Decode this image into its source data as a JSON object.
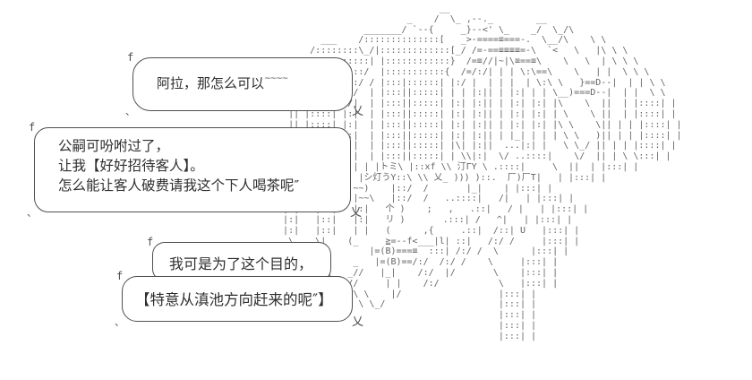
{
  "scene": {
    "bubbles": [
      {
        "corner": "f",
        "bottom_left": "、",
        "tail": "乂",
        "text": "阿拉，那怎么可以",
        "suffix": "~~~~"
      },
      {
        "corner": "f",
        "bottom_left": "、",
        "tail": "乂",
        "lines": [
          "公嗣可吩咐过了，",
          "让我【好好招待客人】。",
          "怎么能让客人破费请我这个下人喝茶呢″"
        ]
      },
      {
        "corner": "f",
        "bottom_left": "",
        "tail": "",
        "text": "我可是为了这个目的，"
      },
      {
        "corner": "f",
        "bottom_left": "、",
        "tail": "乂",
        "text": "【特意从滇池方向赶来的呢″】"
      }
    ],
    "art": [
      "                                __",
      "                          _    /  \\_ ,--._        __",
      "                  _______/ `--{     _}--<' \\_    _/  \\_/\\",
      "          ___    /::::::::::::::[   _>-====≡===-.  \\__/\\    \\ \\",
      "        /::::::::\\_/|:::::::::::::[_/ /=-==≡≡≡≡=-\\  `<   \\   |\\ \\ \\",
      "       /:::::::::::| |::::::::::::}  /=≡//|~|\\≡==≡\\    \\   \\  | \\ \\ \\",
      "      /|::::::::::/  |:::::::::::{  /=/:/| | | \\:\\==\\    \\   | |  \\ \\ \\",
      "     | |:::::::::/ / |:::|::::::| |:/ |  | | |  | \\:\\ \\   }==D--|  | | \\ \\",
      "     | |::::::/ /  | |:::||:::::| | | |:|| | |:| | | \\__)===D--|  | |  \\ \\",
      "    /| |:::::/ /|  | |:::||:::::| |:| |:|| | |:| |:| |\\    \\  ||  | |::::| |",
      "    || |::::| |:|  | |:::||:::::| |:| |:|| | |:| |:| | \\    \\ ||  | |::::| |",
      "    || |::::| |:|  | |:::||:::::| |:| |:|| | |:| |:| |\\ \\    \\|| | | |::::| |",
      "    ||/|::::| |:|  | |:::||:::::| |:| |:|| | |_| | | | \\ \\   )|| | | |::::| |",
      "    |/ |:--L| |:|  | |:::||:::::| |\\| |:||  ...|:| |   \\ \\_/ || | | |::::| |",
      "    |  |::::| |:|  | |:::||:::::| | \\\\|:|  \\/ ..::::|    \\/  || | \\ \\:::| |",
      "   /|  |::::|.|:| | |トミ\\ |::xf \\\\ 汀ΓY \\ .::::|     \\  ||  | |:::| |",
      "   ||  |::::||:| |シ灯うY::\\ \\\\ 乂_ ))) )::.  厂)厂T|   | |:::| |",
      "  (~~\\  |  VtU  ~~)    |::/  /       |_|    | |:::| |",
      "   |:|--L|   .::|~~\\   |::/  /   ..::::|   /|   | |:::| |",
      "   |:|   |::|   |:|   个 )    ;   ,   .::|   / |   | |:::| |",
      "   |:|   |::|   |:|   リ )       .:::| /   ^|   | |:::| |",
      "   |:|   |::|   | |   (      ,{     .::|  /::| U   |:::| |",
      "    \\    \\|    (_     ≧=--f<___|l| ::|   /:/ /     |:::| |",
      "     \\_   \\        |=(B)===≡  :::| /:/ /  \\      |:::| |",
      "       \\   \\    _   |=(B)==/:/  /:/ /    \\     |:::| |",
      "        \\ /\\   _//   |_|    /:/  |/       \\    |:::| |",
      "         \\/    //     | |    /:/           \\   |:::| |",
      "          |::|  \\ \\    |/                  |:::| |",
      "          |::|   \\ \\_/                     |:::| |",
      "           ||                              |:::| |",
      "                                           |:::| |",
      "                                           |:::| |"
    ],
    "colors": {
      "background": "#ffffff",
      "art": "#636363",
      "bubble_border": "#4f4f4f",
      "bubble_text": "#2e2e2e"
    }
  }
}
